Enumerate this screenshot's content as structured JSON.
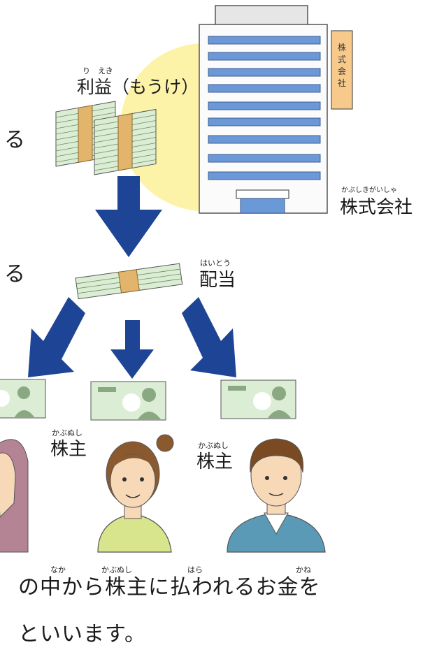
{
  "company_sign": [
    "株",
    "式",
    "会",
    "社"
  ],
  "labels": {
    "profit": {
      "ruby": "り　えき",
      "text": "利益（もうけ）"
    },
    "company": {
      "ruby": "かぶしきがいしゃ",
      "text": "株式会社"
    },
    "dividend": {
      "ruby": "はいとう",
      "text": "配当"
    },
    "shareholder_1": {
      "ruby": "かぶぬし",
      "text": "株主"
    },
    "shareholder_2": {
      "ruby": "かぶぬし",
      "text": "株主"
    }
  },
  "left_fragments": {
    "line1": "る",
    "line2": "る"
  },
  "bottom_text": {
    "line1_rubies": {
      "naka": "なか",
      "kabunushi": "かぶぬし",
      "hara": "はら",
      "kane": "かね"
    },
    "line1": "の中から株主に払われるお金を",
    "line2": "といいます。"
  },
  "colors": {
    "arrow": "#1e4595",
    "sun": "#fdf3a8",
    "building": "#fbfbfb",
    "window": "#6b98d6",
    "sign": "#f7c98a",
    "money": "#dbedd4",
    "band": "#e3b46b"
  }
}
